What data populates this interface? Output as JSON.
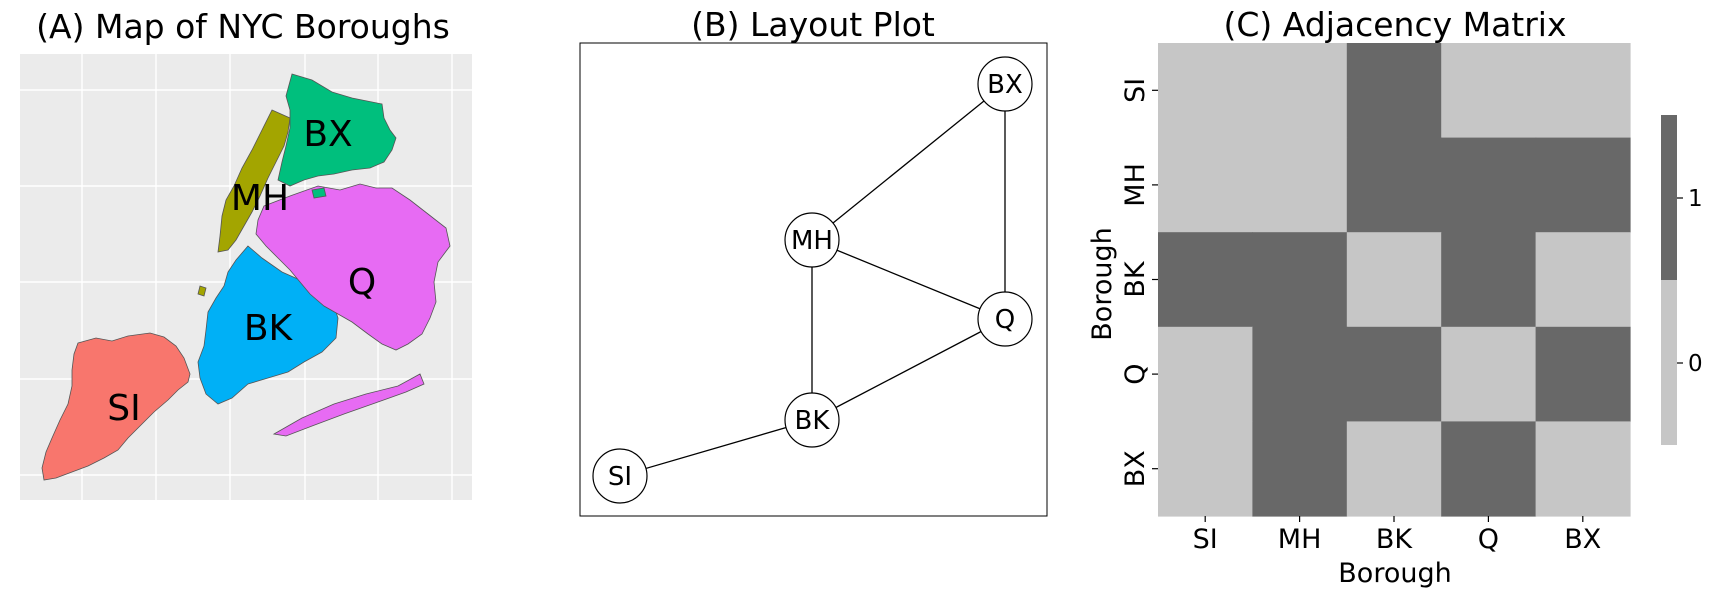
{
  "panel_a": {
    "title": "(A) Map of NYC Boroughs",
    "colors": {
      "background": "#ebebeb",
      "grid": "#ffffff",
      "SI": "#f8766d",
      "MH": "#a3a500",
      "BK": "#00b0f6",
      "Q": "#e76bf3",
      "BX": "#00bf7d"
    },
    "labels": [
      "SI",
      "MH",
      "BK",
      "Q",
      "BX"
    ]
  },
  "panel_b": {
    "title": "(B) Layout Plot",
    "nodes": [
      "BX",
      "MH",
      "Q",
      "BK",
      "SI"
    ],
    "edges": [
      [
        "MH",
        "BX"
      ],
      [
        "BX",
        "Q"
      ],
      [
        "MH",
        "Q"
      ],
      [
        "MH",
        "BK"
      ],
      [
        "BK",
        "Q"
      ],
      [
        "SI",
        "BK"
      ]
    ]
  },
  "panel_c": {
    "title": "(C) Adjacency Matrix",
    "xlabel": "Borough",
    "ylabel": "Borough",
    "rows": [
      "SI",
      "MH",
      "BK",
      "Q",
      "BX"
    ],
    "cols": [
      "SI",
      "MH",
      "BK",
      "Q",
      "BX"
    ],
    "matrix": [
      [
        0,
        0,
        1,
        0,
        0
      ],
      [
        0,
        0,
        1,
        1,
        1
      ],
      [
        1,
        1,
        0,
        1,
        0
      ],
      [
        0,
        1,
        1,
        0,
        1
      ],
      [
        0,
        1,
        0,
        1,
        0
      ]
    ],
    "colors": {
      "zero": "#c6c6c6",
      "one": "#686868"
    },
    "colorbar_ticks": [
      "0",
      "1"
    ]
  }
}
